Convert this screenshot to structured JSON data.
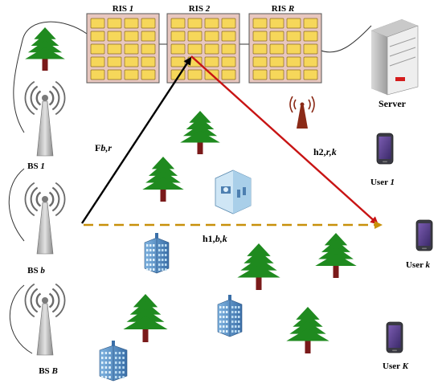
{
  "diagram": {
    "ris_panels": [
      {
        "label_main": "RIS ",
        "label_italic": "1"
      },
      {
        "label_main": "RIS ",
        "label_italic": "2"
      },
      {
        "label_main": "RIS ",
        "label_italic": "R"
      }
    ],
    "server_label": "Server",
    "base_stations": [
      {
        "label_main": "BS ",
        "label_italic": "1"
      },
      {
        "label_main": "BS ",
        "label_italic": "b"
      },
      {
        "label_main": "BS ",
        "label_italic": "B"
      }
    ],
    "users": [
      {
        "label_main": "User ",
        "label_italic": "1"
      },
      {
        "label_main": "User ",
        "label_italic": "k"
      },
      {
        "label_main": "User ",
        "label_italic": "K"
      }
    ],
    "channels": {
      "F": {
        "main": "F",
        "italic": "b,r"
      },
      "h2": {
        "main": "h2,",
        "italic": "r,k"
      },
      "h1": {
        "main": "h1,",
        "italic": "b,k"
      }
    },
    "colors": {
      "ris_fill": "#e8c7bf",
      "ris_cell": "#f6d75a",
      "tree": "#1f8a1f",
      "trunk": "#7a1a1a",
      "link_F": "#000000",
      "link_h2": "#c81414",
      "link_h1": "#c8900a"
    }
  }
}
